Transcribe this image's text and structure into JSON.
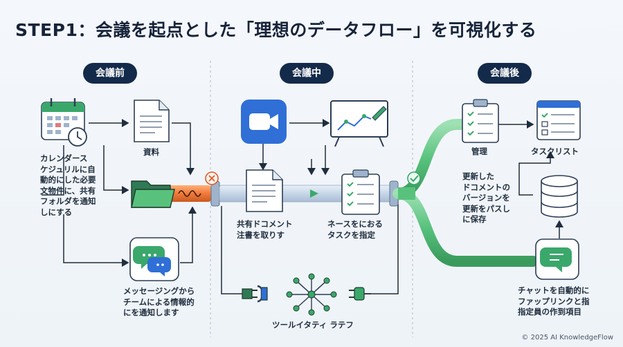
{
  "title": "STEP1：会議を起点とした「理想のデータフロー」を可視化する",
  "phases": {
    "before": "会議前",
    "during": "会議中",
    "after": "会議後"
  },
  "labels": {
    "calendar": "カレンダース\nケジュリルに自\n動的にした必要\n文物件に、共有\nフォルダを通知\nしにする",
    "document": "資料",
    "messaging": "メッセージングから\nチームによる情報的\nにを通知します",
    "shared_doc": "共有ドコメント\n注書を取りす",
    "task_assign": "ネースをにおる\nタスクを指定",
    "tool_integration": "ツールイタティ ラテフ",
    "management": "管理",
    "task_list": "タスクリスト",
    "updated_doc": "更新した\nドコメントの\nバージョンを\n更新をパスし\nに保存",
    "chat_auto": "チャットを自動的に\nファップリンクと指\n指定員の作到項目"
  },
  "copyright": "© 2025 AI KnowledgeFlow",
  "colors": {
    "navy": "#132a4a",
    "orange_pipe": "#f07a3a",
    "green_pipe": "#58c27d",
    "blue_pipe": "#c9d8ea",
    "icon_green": "#3aa86b",
    "icon_blue": "#2f6fd6"
  },
  "icons": [
    "calendar-icon",
    "clock-icon",
    "document-icon",
    "folder-icon",
    "chat-bubbles-icon",
    "video-camera-icon",
    "whiteboard-chart-icon",
    "shared-document-icon",
    "clipboard-checklist-icon",
    "checklist-clipboard-icon",
    "task-list-window-icon",
    "database-icon",
    "chat-bubble-icon",
    "plug-icon",
    "network-icon",
    "error-marker-icon",
    "check-marker-icon"
  ]
}
